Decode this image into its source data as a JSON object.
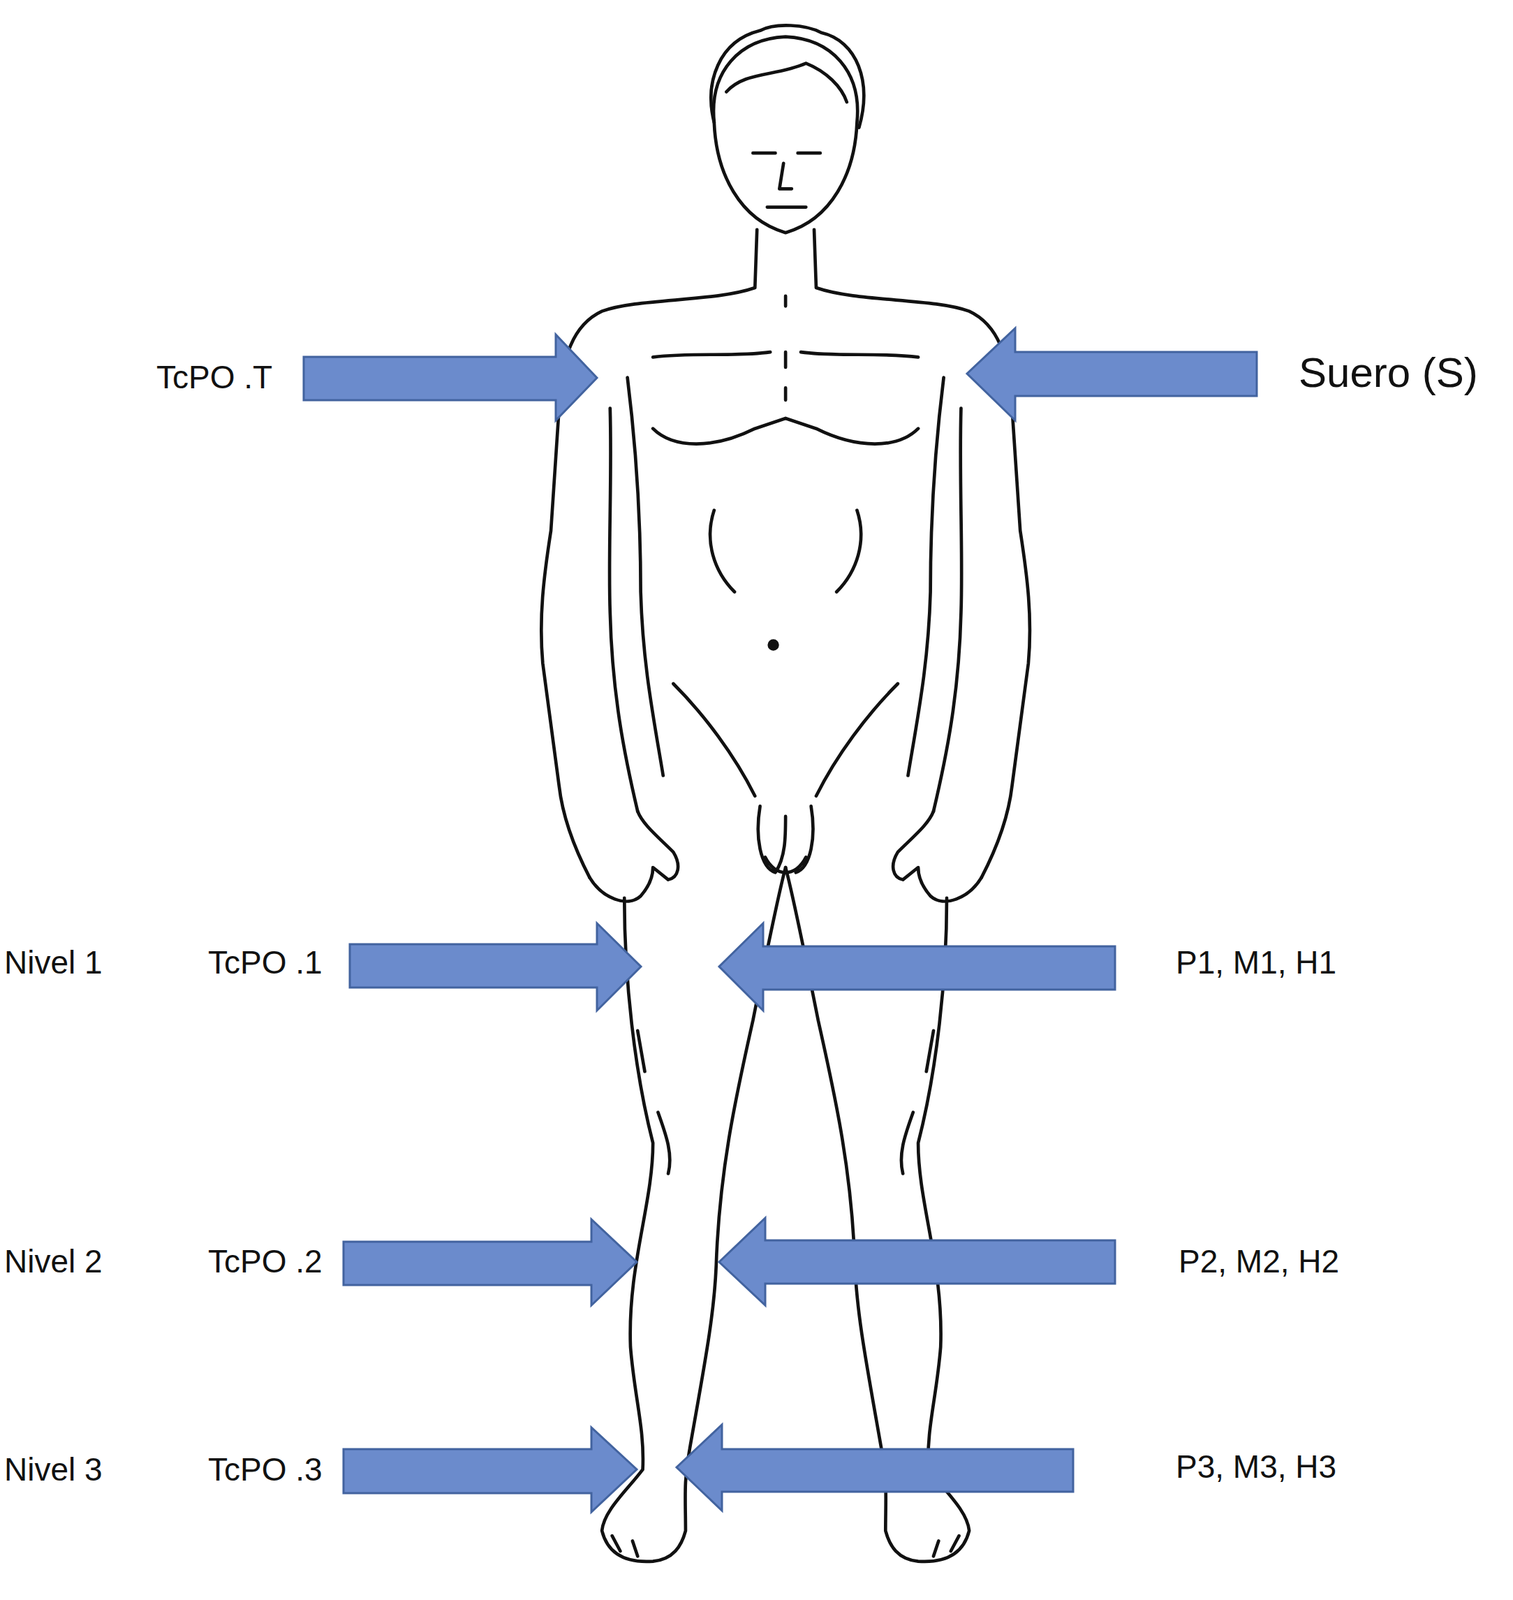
{
  "diagram": {
    "labels": [
      "TcPO .T",
      "Suero (S)",
      "Nivel 1",
      "TcPO .1",
      "P1, M1, H1",
      "Nivel 2",
      "TcPO .2",
      "P2, M2, H2",
      "Nivel 3",
      "TcPO .3",
      "P3, M3, H3"
    ]
  }
}
